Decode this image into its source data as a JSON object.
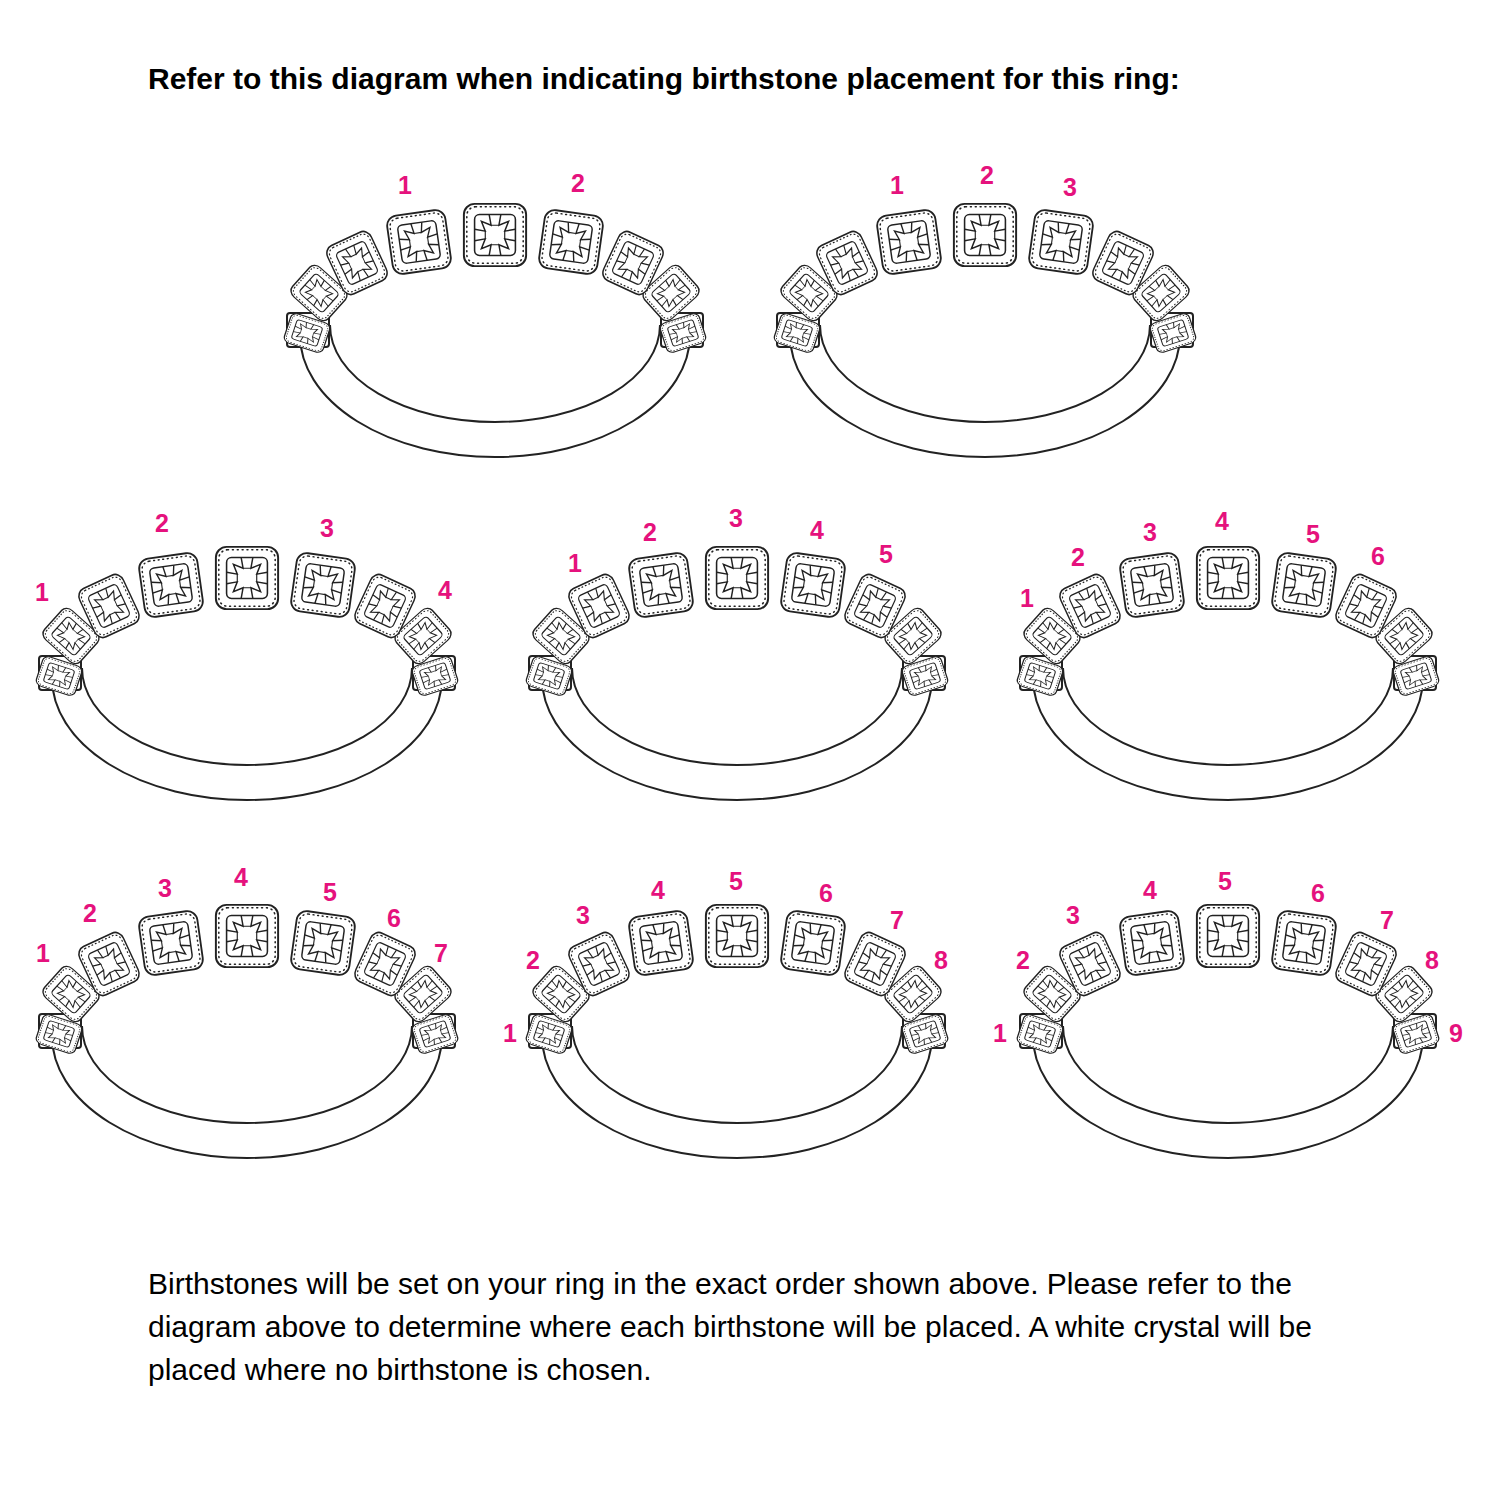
{
  "diagram": {
    "title": "Refer to this diagram when indicating birthstone placement for this ring:",
    "caption": "Birthstones will be set on your ring in the exact order shown above. Please refer to the diagram above to determine where each birthstone will be placed. A white crystal will be placed where no birthstone is chosen.",
    "labels": [
      "1",
      "2",
      "1",
      "2",
      "3",
      "1",
      "2",
      "3",
      "4",
      "1",
      "2",
      "3",
      "4",
      "5",
      "1",
      "2",
      "3",
      "4",
      "5",
      "6",
      "1",
      "2",
      "3",
      "4",
      "5",
      "6",
      "7",
      "1",
      "2",
      "3",
      "4",
      "5",
      "6",
      "7",
      "8",
      "1",
      "2",
      "3",
      "4",
      "5",
      "6",
      "7",
      "8",
      "9"
    ]
  }
}
